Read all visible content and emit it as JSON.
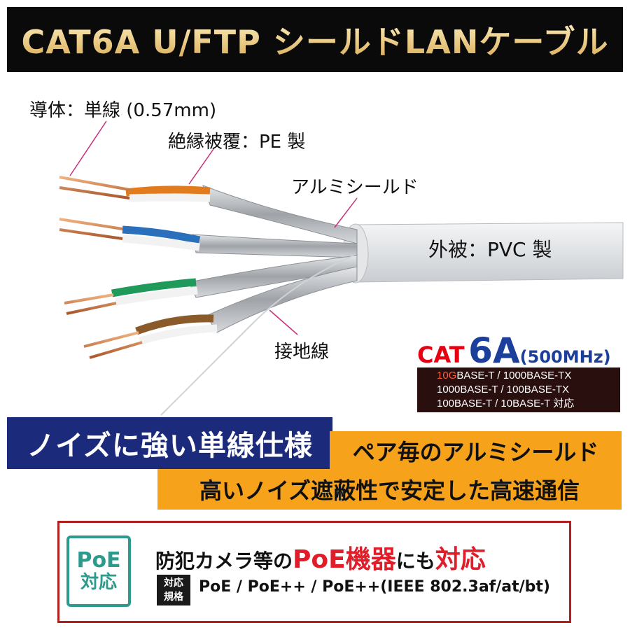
{
  "title": "CAT6A  U/FTP シールドLANケーブル",
  "labels": {
    "conductor": "導体：単線 (0.57mm)",
    "insulation": "絶縁被覆：PE 製",
    "shield": "アルミシールド",
    "jacket": "外被：PVC 製",
    "ground": "接地線"
  },
  "category": {
    "prefix": "CAT",
    "grade": "6A",
    "freq": "(500MHz)"
  },
  "standards": {
    "line1_red": "10G",
    "line1_rest": "BASE-T / 1000BASE-TX",
    "line2": "1000BASE-T / 100BASE-TX",
    "line3": "100BASE-T / 10BASE-T 対応"
  },
  "banners": {
    "blue": "ノイズに強い単線仕様",
    "orange1": "ペア毎のアルミシールド",
    "orange2": "高いノイズ遮蔽性で安定した高速通信"
  },
  "poe": {
    "badge_top": "PoE",
    "badge_bottom": "対応",
    "head_black1": "防犯カメラ等の",
    "head_red1": "PoE機器",
    "head_black2": "にも",
    "head_red2": "対応",
    "spec_tag_line1": "対応",
    "spec_tag_line2": "規格",
    "spec_text": "PoE / PoE++ / PoE++(IEEE 802.3af/at/bt)"
  },
  "colors": {
    "title_bg": "#0a0a0a",
    "title_text": "#e9c77b",
    "banner_blue": "#1c2a7c",
    "banner_orange": "#f7a21b",
    "red": "#e11d2a",
    "teal": "#2d9a8e",
    "frame": "#b0201e"
  },
  "icons": [
    "cable-illustration",
    "poe-badge"
  ]
}
